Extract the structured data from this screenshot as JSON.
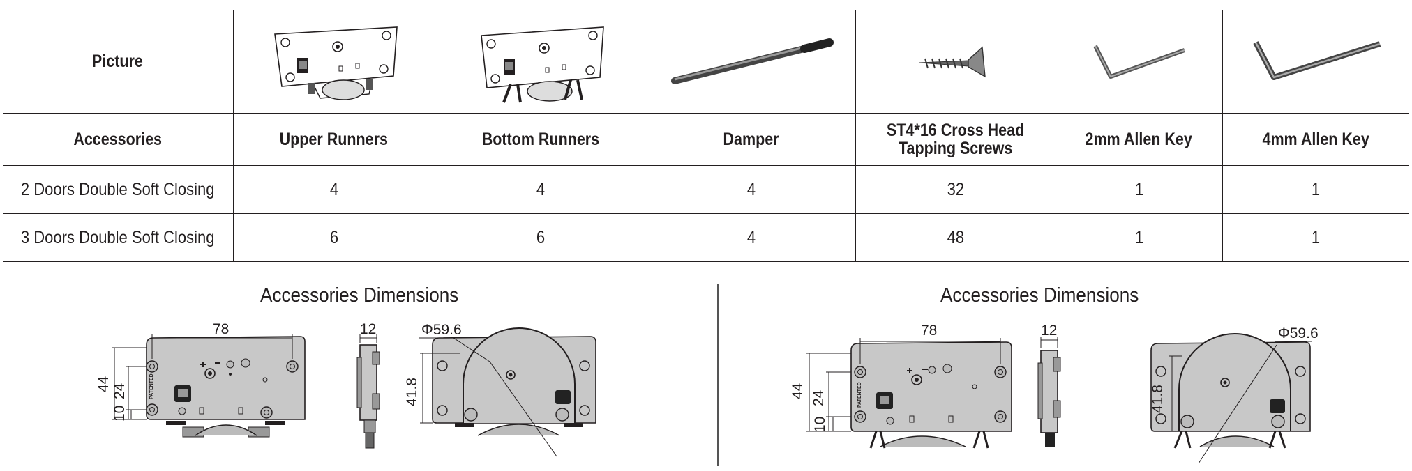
{
  "table": {
    "picture_label": "Picture",
    "header_label": "Accessories",
    "columns": [
      {
        "name": "Upper Runners",
        "icon": "upper-runner-icon"
      },
      {
        "name": "Bottom Runners",
        "icon": "bottom-runner-icon"
      },
      {
        "name": "Damper",
        "icon": "damper-icon"
      },
      {
        "name": "ST4*16 Cross Head Tapping Screws",
        "name_line1": "ST4*16 Cross Head",
        "name_line2": "Tapping Screws",
        "icon": "tapping-screw-icon"
      },
      {
        "name": "2mm Allen Key",
        "icon": "allen-key-icon"
      },
      {
        "name": "4mm Allen Key",
        "icon": "allen-key-icon"
      }
    ],
    "rows": [
      {
        "label": "2 Doors Double Soft Closing",
        "values": [
          "4",
          "4",
          "4",
          "32",
          "1",
          "1"
        ]
      },
      {
        "label": "3 Doors Double Soft Closing",
        "values": [
          "6",
          "6",
          "4",
          "48",
          "1",
          "1"
        ]
      }
    ]
  },
  "dimensions": {
    "left": {
      "title": "Accessories Dimensions",
      "width_78": "78",
      "height_44": "44",
      "height_24": "24",
      "height_10": "10",
      "thickness_12": "12",
      "wheel_diameter": "Φ59.6",
      "height_41_8": "41.8",
      "patent_mark": "PATENTED"
    },
    "right": {
      "title": "Accessories Dimensions",
      "width_78": "78",
      "height_44": "44",
      "height_24": "24",
      "height_10": "10",
      "thickness_12": "12",
      "wheel_diameter": "Φ59.6",
      "height_41_8": "41.8",
      "patent_mark": "PATENTED"
    }
  },
  "colors": {
    "line": "#231f20",
    "plate_fill": "#c8c8c8",
    "plate_dark": "#9a9a9a"
  }
}
